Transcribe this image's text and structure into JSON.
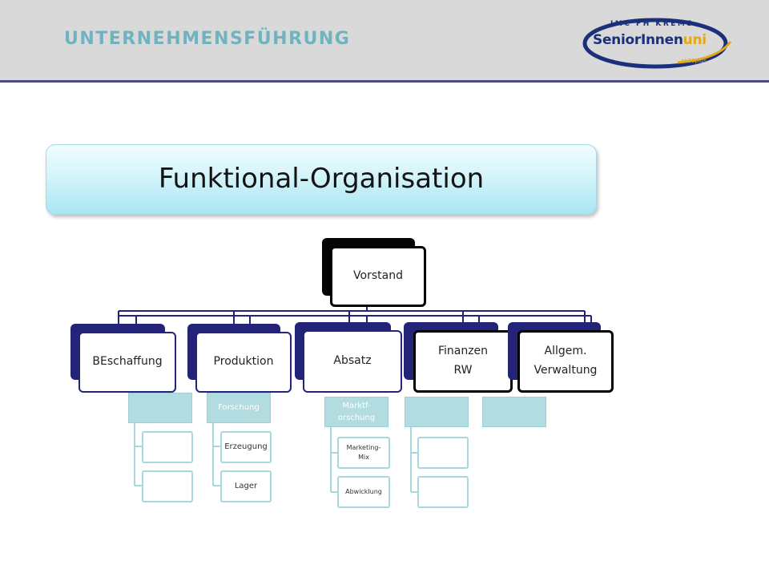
{
  "header": {
    "title": "UNTERNEHMENSFÜHRUNG",
    "logo": {
      "top_text": "IMC FH KREMS",
      "main_text": "SeniorInnen",
      "main_accent": "uni",
      "sub_text": "ab50plus"
    }
  },
  "title_bar": {
    "text": "Funktional-Organisation"
  },
  "org": {
    "root": {
      "label": "Vorstand"
    },
    "departments": [
      {
        "line1": "BEschaffung",
        "line2": ""
      },
      {
        "line1": "Produktion",
        "line2": ""
      },
      {
        "line1": "Absatz",
        "line2": ""
      },
      {
        "line1": "Finanzen",
        "line2": "RW"
      },
      {
        "line1": "Allgem.",
        "line2": "Verwaltung"
      }
    ],
    "sub": {
      "beschaffung": {
        "header": "",
        "leaves": [
          "",
          ""
        ]
      },
      "produktion": {
        "header": "Forschung",
        "leaves": [
          "Erzeugung",
          "Lager"
        ]
      },
      "absatz": {
        "header_line1": "Marktf-",
        "header_line2": "orschung",
        "leaves": [
          {
            "line1": "Marketing-",
            "line2": "Mix"
          },
          {
            "line1": "Abwicklung",
            "line2": ""
          }
        ]
      },
      "finanzen": {
        "header": "",
        "leaves": [
          "",
          ""
        ]
      },
      "verwaltung": {
        "header": ""
      }
    }
  },
  "colors": {
    "header_bg": "#d9d9d9",
    "header_title": "#6fb3bf",
    "box_border": "#23237a",
    "sub_fill": "#b3dce0",
    "leaf_border": "#a8d7dc",
    "logo_blue": "#1c2f7a",
    "logo_gold": "#e1a91a"
  }
}
